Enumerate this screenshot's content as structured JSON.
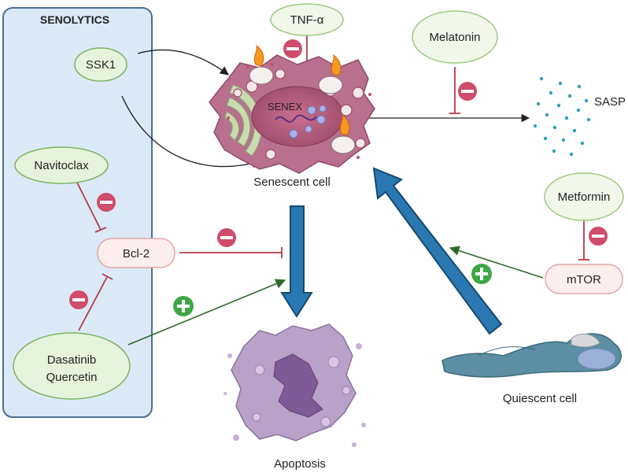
{
  "panel": {
    "title": "SENOLYTICS"
  },
  "nodes": {
    "ssk1": "SSK1",
    "tnf": "TNF-α",
    "melatonin": "Melatonin",
    "navitoclax": "Navitoclax",
    "bcl2": "Bcl-2",
    "dasatinib_line1": "Dasatinib",
    "dasatinib_line2": "Quercetin",
    "metformin": "Metformin",
    "mtor": "mTOR"
  },
  "labels": {
    "senex": "SENEX",
    "senescent_cell": "Senescent cell",
    "sasp": "SASP",
    "apoptosis": "Apoptosis",
    "quiescent_cell": "Quiescent cell"
  },
  "colors": {
    "panel_fill": "#dbe9f7",
    "panel_border": "#4a6f96",
    "node_green_fill": "#e6f3dc",
    "node_green_border": "#7bb35e",
    "node_pink_fill": "#fdeeee",
    "node_pink_border": "#e3a6a6",
    "inhibit": "#b33a48",
    "minus_badge": "#cf4c6a",
    "plus_badge": "#3fa645",
    "activate_line": "#2e6b2a",
    "big_arrow": "#2a78b2",
    "big_arrow_edge": "#15496f",
    "senescent_cell": "#b9708e",
    "apoptotic_cell": "#a58bb6",
    "quiescent_cell": "#5c8fa3",
    "sasp_dots": "#2d9ec7"
  }
}
